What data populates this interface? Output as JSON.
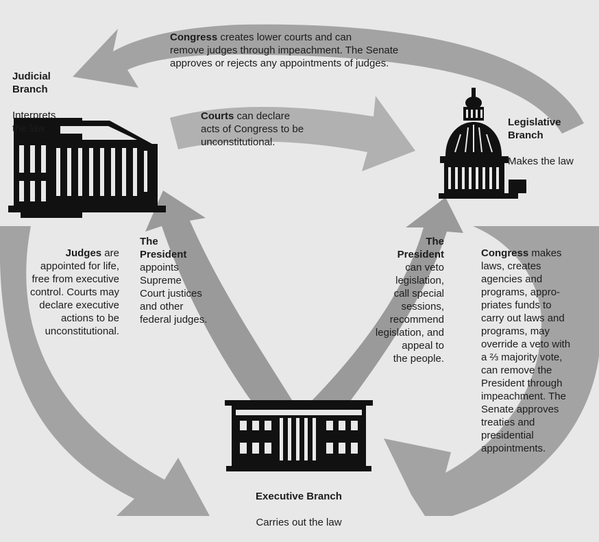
{
  "colors": {
    "background": "#e8e8e8",
    "arrow_fill": "#9b9b9b",
    "arrow_fill_light": "#b4b4b4",
    "building": "#111111",
    "text": "#1c1c1c"
  },
  "branches": {
    "judicial": {
      "title": "Judicial\nBranch",
      "role": "Interprets\nthe law",
      "icon": "courthouse-icon"
    },
    "legislative": {
      "title": "Legislative\nBranch",
      "role": "Makes the law",
      "icon": "capitol-dome-icon"
    },
    "executive": {
      "title": "Executive Branch",
      "role": "Carries out the law",
      "icon": "white-house-icon"
    }
  },
  "checks": {
    "congress_on_courts": {
      "lead": "Congress",
      "text": " creates lower courts and can\nremove judges through impeachment. The Senate\napproves or rejects any appointments of judges."
    },
    "courts_on_congress": {
      "lead": "Courts",
      "text": " can declare\nacts of Congress to be\nunconstitutional."
    },
    "judges_on_executive": {
      "lead": "Judges",
      "text": " are\nappointed for life,\nfree from executive\ncontrol. Courts may\ndeclare executive\nactions to be\nunconstitutional."
    },
    "president_on_courts": {
      "lead": "The\nPresident",
      "text": "\nappoints\nSupreme\nCourt justices\nand other\nfederal judges."
    },
    "president_on_congress": {
      "lead": "The\nPresident",
      "text": "\ncan veto\nlegislation,\ncall special\nsessions,\nrecommend\nlegislation, and\nappeal to\nthe people."
    },
    "congress_on_executive": {
      "lead": "Congress",
      "text": " makes\nlaws, creates\nagencies and\nprograms, appro-\npriates funds to\ncarry out laws and\nprograms, may\noverride a veto with\na ⅔ majority vote,\ncan remove the\nPresident through\nimpeachment. The\nSenate approves\ntreaties and\npresidential\nappointments."
    }
  }
}
